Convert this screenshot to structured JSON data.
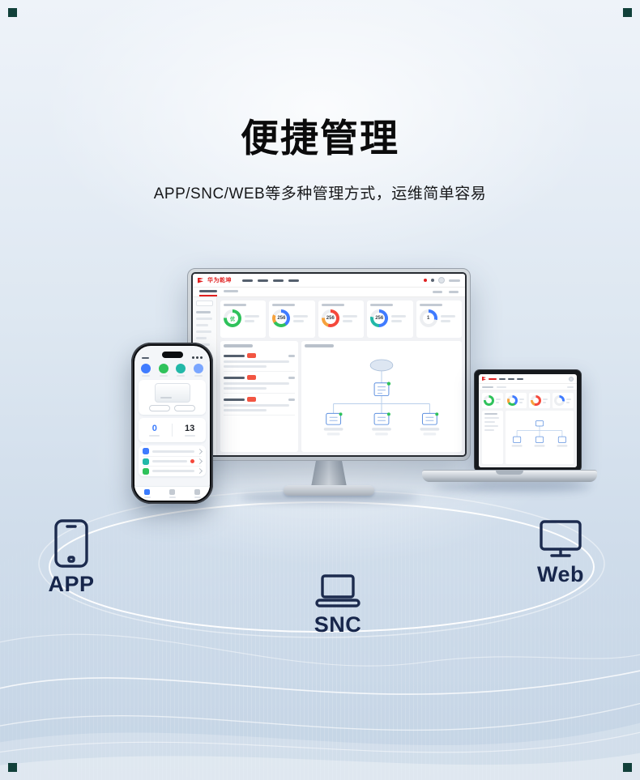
{
  "page": {
    "title": "便捷管理",
    "subtitle": "APP/SNC/WEB等多种管理方式，运维简单容易"
  },
  "methods": {
    "app": "APP",
    "snc": "SNC",
    "web": "Web"
  },
  "monitor_dashboard": {
    "brand": "华为乾坤",
    "stat_values": [
      "优",
      "256",
      "256",
      "256",
      "1"
    ]
  },
  "phone_app": {
    "stat_values": [
      "0",
      "13"
    ]
  },
  "colors": {
    "accent_red": "#e02020",
    "icon_navy": "#1c2b4e",
    "chart_green": "#2fc25b",
    "chart_blue": "#3f7bff",
    "chart_orange": "#f6a23c",
    "chart_red": "#f5483b",
    "chart_teal": "#22b8a8",
    "bg_top": "#eef3f9",
    "bg_bottom": "#c4d4e5"
  }
}
